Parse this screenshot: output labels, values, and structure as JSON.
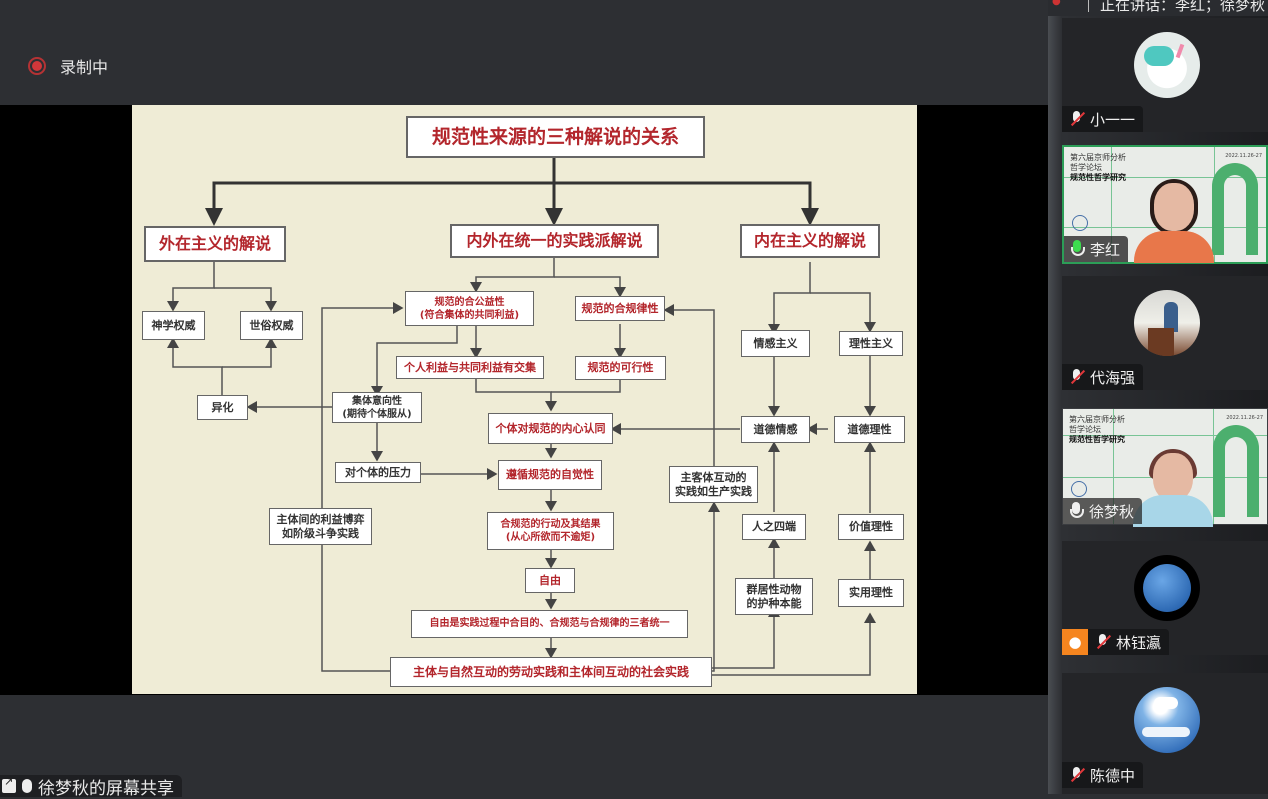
{
  "recording": {
    "label": "录制中",
    "color": "#d0373a"
  },
  "screen_share": {
    "label": "徐梦秋的屏幕共享"
  },
  "panel_header": {
    "text": "正在讲话：李红；徐梦秋"
  },
  "participants": [
    {
      "name": "小一一",
      "mic": "muted",
      "avatar": "unicorn-avatar"
    },
    {
      "name": "李红",
      "mic": "active",
      "video": true,
      "background": {
        "line1": "第六届京师分析",
        "line2": "哲学论坛",
        "line3": "规范性哲学研究",
        "date": "2022.11.26-27"
      }
    },
    {
      "name": "代海强",
      "mic": "muted",
      "avatar": "speaker-photo-avatar"
    },
    {
      "name": "徐梦秋",
      "mic": "on",
      "video": true,
      "background": {
        "line1": "第六届京师分析",
        "line2": "哲学论坛",
        "line3": "规范性哲学研究",
        "date": "2022.11.26-27"
      }
    },
    {
      "name": "林钰瀛",
      "mic": "muted",
      "avatar": "planet-avatar",
      "host_badge": true
    },
    {
      "name": "陈德中",
      "mic": "muted",
      "avatar": "sky-avatar"
    }
  ],
  "diagram": {
    "title": "规范性来源的三种解说的关系",
    "heads": {
      "external": "外在主义的解说",
      "practice": "内外在统一的实践派解说",
      "internal": "内在主义的解说"
    },
    "nodes": {
      "theology": "神学权威",
      "secular": "世俗权威",
      "alienation": "异化",
      "public_good": "规范的合公益性\n(符合集体的共同利益)",
      "lawfulness": "规范的合规律性",
      "overlap": "个人利益与共同利益有交集",
      "feasibility": "规范的可行性",
      "collective": "集体意向性\n(期待个体服从)",
      "identification": "个体对规范的内心认同",
      "pressure": "对个体的压力",
      "consciousness": "遵循规范的自觉性",
      "interest_game": "主体间的利益博弈\n如阶级斗争实践",
      "subject_object": "主客体互动的\n实践如生产实践",
      "action": "合规范的行动及其结果\n(从心所欲而不逾矩)",
      "freedom": "自由",
      "freedom_def": "自由是实践过程中合目的、合规范与合规律的三者统一",
      "social_practice": "主体与自然互动的劳动实践和主体间互动的社会实践",
      "emotivism": "情感主义",
      "rationalism": "理性主义",
      "moral_emotion": "道德情感",
      "moral_reason": "道德理性",
      "four_sprouts": "人之四端",
      "value_reason": "价值理性",
      "instinct": "群居性动物\n的护种本能",
      "practical_reason": "实用理性"
    },
    "colors": {
      "slide_bg": "#efecd6",
      "accent_red": "#b3262c",
      "line": "#555555"
    }
  }
}
